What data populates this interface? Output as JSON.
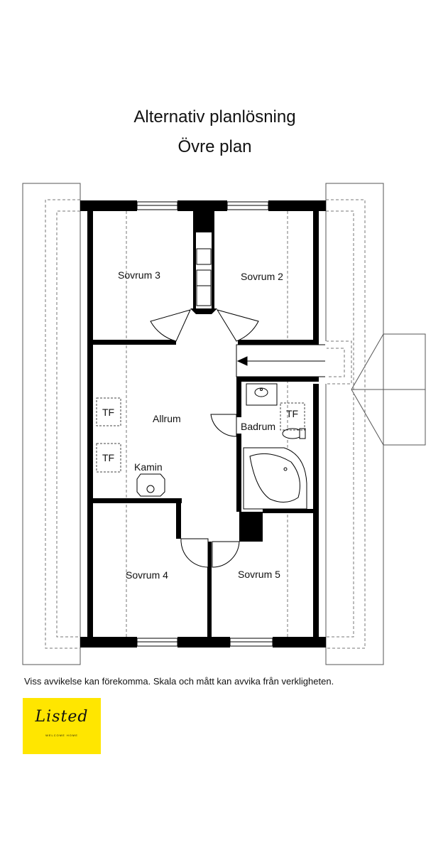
{
  "title": {
    "line1": "Alternativ planlösning",
    "line2": "Övre plan"
  },
  "rooms": {
    "sovrum3": "Sovrum 3",
    "sovrum2": "Sovrum 2",
    "allrum": "Allrum",
    "badrum": "Badrum",
    "kamin": "Kamin",
    "sovrum4": "Sovrum 4",
    "sovrum5": "Sovrum 5",
    "tf": "TF"
  },
  "disclaimer": "Viss avvikelse kan förekomma. Skala och mått kan avvika från verkligheten.",
  "logo": {
    "name": "Listed",
    "tagline": "WELCOME HOME",
    "color": "#ffe600"
  }
}
